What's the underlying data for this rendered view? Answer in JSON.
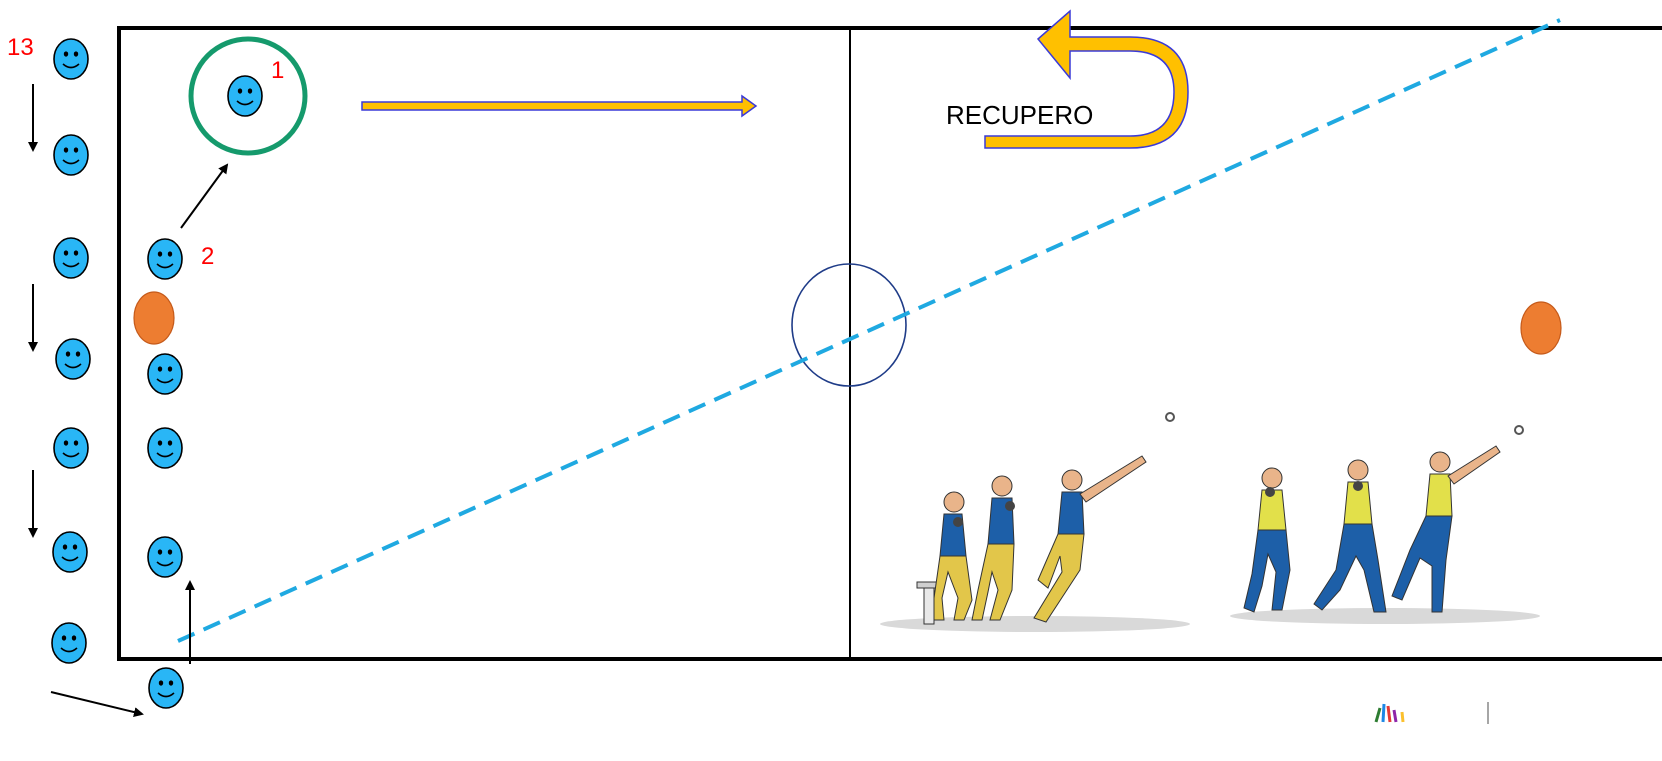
{
  "labels": {
    "player_1": "1",
    "player_2": "2",
    "player_13": "13",
    "recupero": "RECUPERO"
  },
  "colors": {
    "smiley_fill": "#29b6f6",
    "cone_fill": "#ed7d31",
    "field_line": "#000000",
    "ring": "#159a6c",
    "trajectory": "#1fa9e1",
    "arrow_gold": "#ffc000",
    "arrow_outline": "#3a3ad8",
    "label_red": "#ff0000"
  },
  "icons": {
    "player": "smiley-face-icon",
    "cone": "orange-cone-marker",
    "illustration": "shot-put-throw-sequence"
  }
}
